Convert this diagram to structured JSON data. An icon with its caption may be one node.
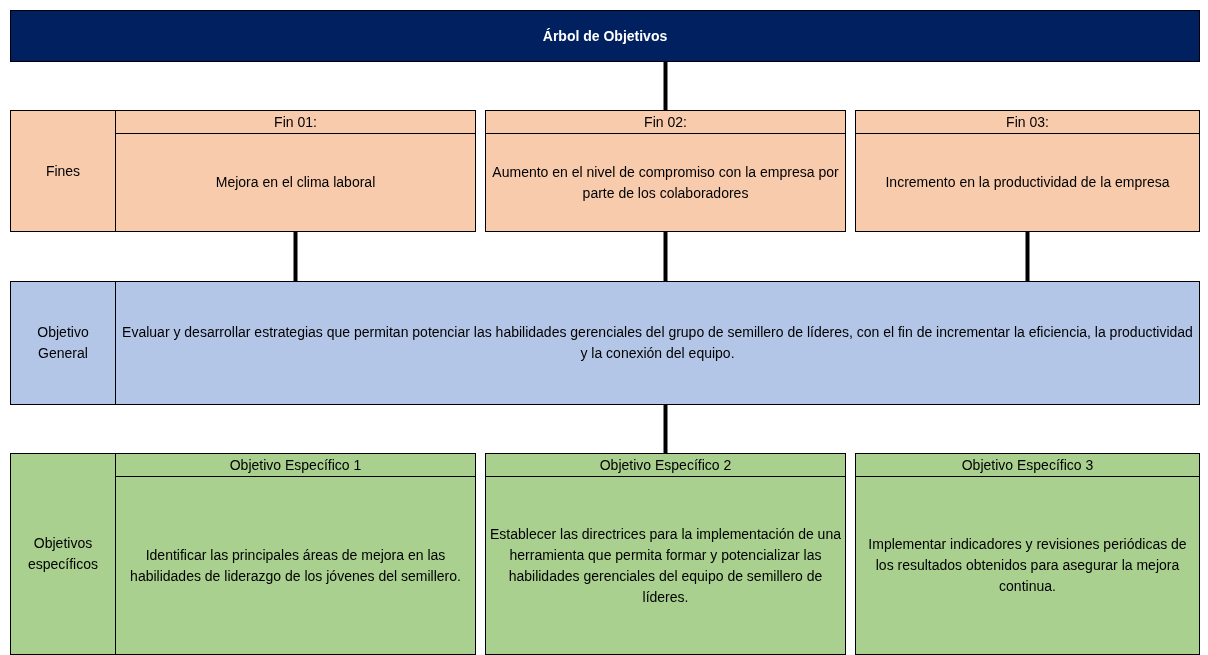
{
  "diagram": {
    "nodes": [
      {
        "text": [
          "Árbol de Objetivos"
        ]
      },
      {
        "text": [
          "Fines"
        ]
      },
      {
        "text": [
          "Fin 01:",
          "Mejora en el clima laboral"
        ]
      },
      {
        "text": [
          "Fin 02:",
          "Aumento en el nivel de compromiso con la empresa por parte de los colaboradores"
        ]
      },
      {
        "text": [
          "Fin 03:",
          "Incremento en la productividad de la empresa"
        ]
      },
      {
        "text": [
          "Objetivo General"
        ]
      },
      {
        "text": [
          "Evaluar y desarrollar estrategias que permitan potenciar las habilidades gerenciales del grupo de semillero de líderes, con el fin de incrementar la eficiencia, la productividad y la conexión del equipo."
        ]
      },
      {
        "text": [
          "Objetivos específicos"
        ]
      },
      {
        "text": [
          "Objetivo Específico 1",
          "Identificar las principales áreas de mejora en las habilidades de liderazgo de los jóvenes del semillero."
        ]
      },
      {
        "text": [
          "Objetivo Específico 2",
          "Establecer las directrices para la implementación de una herramienta que permita formar y potencializar las habilidades gerenciales del equipo de semillero de líderes."
        ]
      },
      {
        "text": [
          "Objetivo Específico 3",
          "Implementar indicadores y revisiones periódicas de los resultados obtenidos para asegurar la mejora continua."
        ]
      }
    ],
    "edges": [
      {
        "from": 0,
        "to": 3,
        "arrow": "none"
      },
      {
        "from": 2,
        "to": 6,
        "arrow": "none"
      },
      {
        "from": 3,
        "to": 6,
        "arrow": "none"
      },
      {
        "from": 4,
        "to": 6,
        "arrow": "none"
      },
      {
        "from": 6,
        "to": 9,
        "arrow": "none"
      }
    ]
  }
}
